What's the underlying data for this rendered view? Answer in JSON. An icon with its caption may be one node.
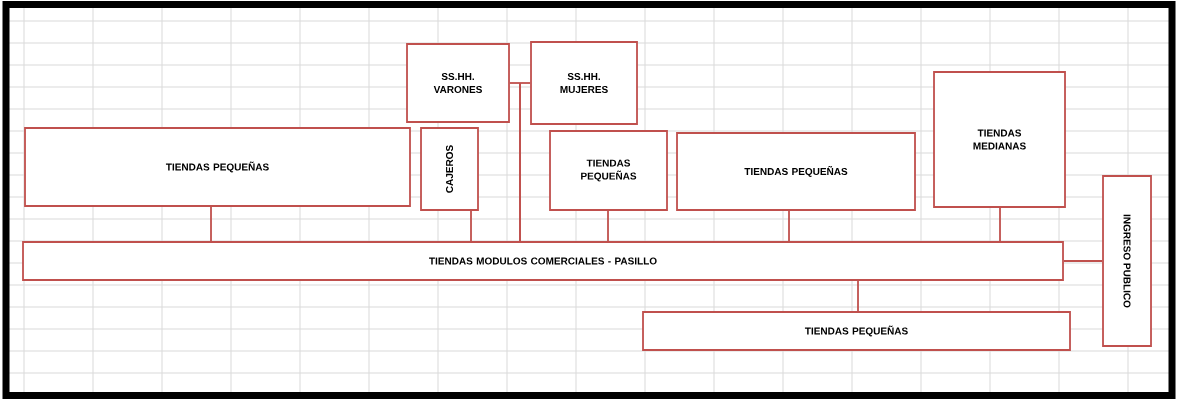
{
  "diagram": {
    "nodes": [
      {
        "text": [
          "TIENDAS PEQUEÑAS"
        ]
      },
      {
        "text": [
          "SS.HH. VARONES"
        ]
      },
      {
        "text": [
          "SS.HH. MUJERES"
        ]
      },
      {
        "text": [
          "CAJEROS"
        ]
      },
      {
        "text": [
          "TIENDAS PEQUEÑAS"
        ]
      },
      {
        "text": [
          "TIENDAS PEQUEÑAS"
        ]
      },
      {
        "text": [
          "TIENDAS MEDIANAS"
        ]
      },
      {
        "text": [
          "INGRESO PUBLICO"
        ]
      },
      {
        "text": [
          "TIENDAS MODULOS COMERCIALES - PASILLO"
        ]
      },
      {
        "text": [
          "TIENDAS PEQUEÑAS"
        ]
      }
    ],
    "edges": [
      {
        "from": 0,
        "to": 8,
        "arrow": "none"
      },
      {
        "from": 1,
        "to": 8,
        "arrow": "none"
      },
      {
        "from": 2,
        "to": 8,
        "arrow": "none"
      },
      {
        "from": 3,
        "to": 8,
        "arrow": "none"
      },
      {
        "from": 4,
        "to": 8,
        "arrow": "none"
      },
      {
        "from": 5,
        "to": 8,
        "arrow": "none"
      },
      {
        "from": 6,
        "to": 8,
        "arrow": "none"
      },
      {
        "from": 8,
        "to": 7,
        "arrow": "none"
      },
      {
        "from": 8,
        "to": 9,
        "arrow": "none"
      }
    ]
  }
}
